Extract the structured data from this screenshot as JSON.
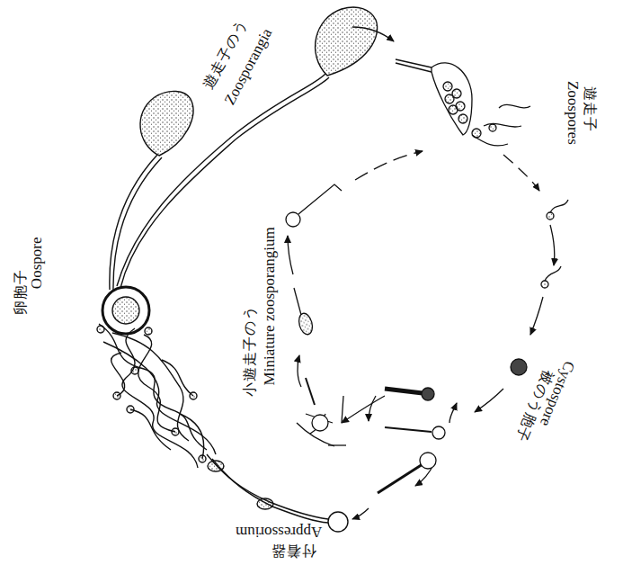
{
  "diagram": {
    "labels": [
      "遊走子のう",
      "Zoosporangia",
      "遊走子",
      "Zoospores",
      "被のう胞子",
      "Cystospore",
      "付着器",
      "Appressorium",
      "卵胞子",
      "Oospore",
      "小遊走子のう",
      "Miniature zoosporangium"
    ]
  }
}
